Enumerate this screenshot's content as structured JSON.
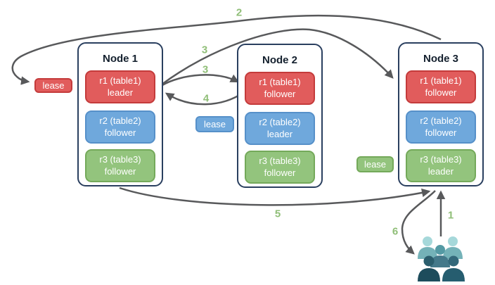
{
  "diagram": {
    "description": "replication and lease diagram with three nodes",
    "nodes": [
      {
        "title": "Node 1",
        "replicas": [
          {
            "name": "r1 (table1)",
            "role": "leader"
          },
          {
            "name": "r2 (table2)",
            "role": "follower"
          },
          {
            "name": "r3 (table3)",
            "role": "follower"
          }
        ]
      },
      {
        "title": "Node 2",
        "replicas": [
          {
            "name": "r1 (table1)",
            "role": "follower"
          },
          {
            "name": "r2 (table2)",
            "role": "leader"
          },
          {
            "name": "r3 (table3)",
            "role": "follower"
          }
        ]
      },
      {
        "title": "Node 3",
        "replicas": [
          {
            "name": "r1 (table1)",
            "role": "follower"
          },
          {
            "name": "r2 (table2)",
            "role": "follower"
          },
          {
            "name": "r3 (table3)",
            "role": "leader"
          }
        ]
      }
    ],
    "leases": [
      {
        "label": "lease",
        "color": "#e15c5c"
      },
      {
        "label": "lease",
        "color": "#6fa8dc"
      },
      {
        "label": "lease",
        "color": "#93c47d"
      }
    ],
    "steps": {
      "s1": "1",
      "s2": "2",
      "s3a": "3",
      "s3b": "3",
      "s4": "4",
      "s5": "5",
      "s6": "6"
    },
    "palette": {
      "red_fill": "#e15c5c",
      "red_border": "#c43b3b",
      "blue_fill": "#6fa8dc",
      "blue_border": "#5690c9",
      "green_fill": "#93c47d",
      "green_border": "#74a95a",
      "node_border": "#2a3f5f",
      "arrow_gray": "#58595b",
      "step_green": "#8fbe77",
      "users_light_teal": "#a6d8da",
      "users_mid_teal": "#74b2b8",
      "users_slate": "#44798a",
      "users_dark": "#1d4c5c"
    }
  }
}
